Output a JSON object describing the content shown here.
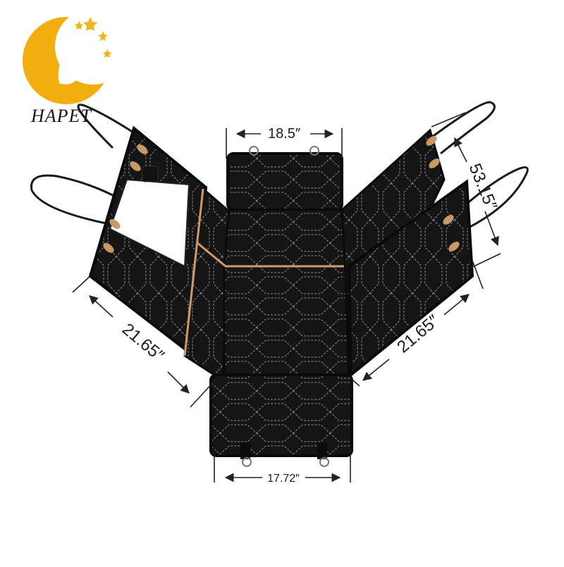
{
  "brand": {
    "name": "HAPET",
    "colors": {
      "logo_gold": "#F2AE0F",
      "star_gold": "#F0B41E"
    },
    "icon": "moon-pet-silhouette-logo"
  },
  "product": {
    "colors": {
      "fabric": "#141414",
      "stitch": "#8f8f8f",
      "trim": "#d09a6a",
      "window": "#ffffff"
    }
  },
  "dimensions": {
    "top_width": "18.5″",
    "side_length": "53.15″",
    "left_flap": "21.65″",
    "right_flap": "21.65″",
    "bottom_width": "17.72″"
  }
}
